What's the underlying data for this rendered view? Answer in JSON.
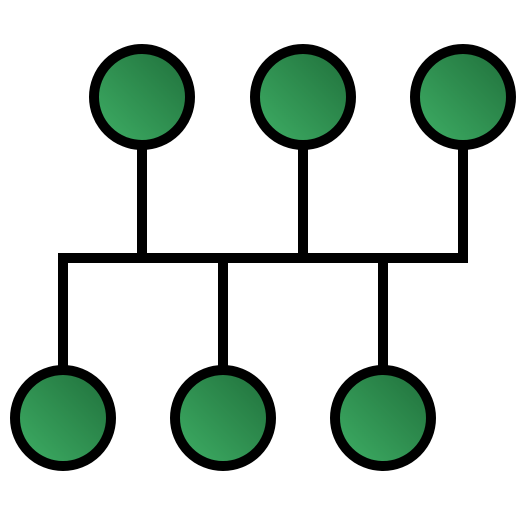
{
  "diagram": {
    "kind": "bus-network-topology",
    "colors": {
      "background": "#ffffff",
      "stroke": "#000000",
      "node_fill_light": "#3fb066",
      "node_fill_dark": "#1f6e3a"
    },
    "nodes": [
      {
        "id": "node-top-1",
        "row": "top"
      },
      {
        "id": "node-top-2",
        "row": "top"
      },
      {
        "id": "node-top-3",
        "row": "top"
      },
      {
        "id": "node-bottom-1",
        "row": "bottom"
      },
      {
        "id": "node-bottom-2",
        "row": "bottom"
      },
      {
        "id": "node-bottom-3",
        "row": "bottom"
      }
    ],
    "bus": {
      "id": "bus-line"
    }
  }
}
